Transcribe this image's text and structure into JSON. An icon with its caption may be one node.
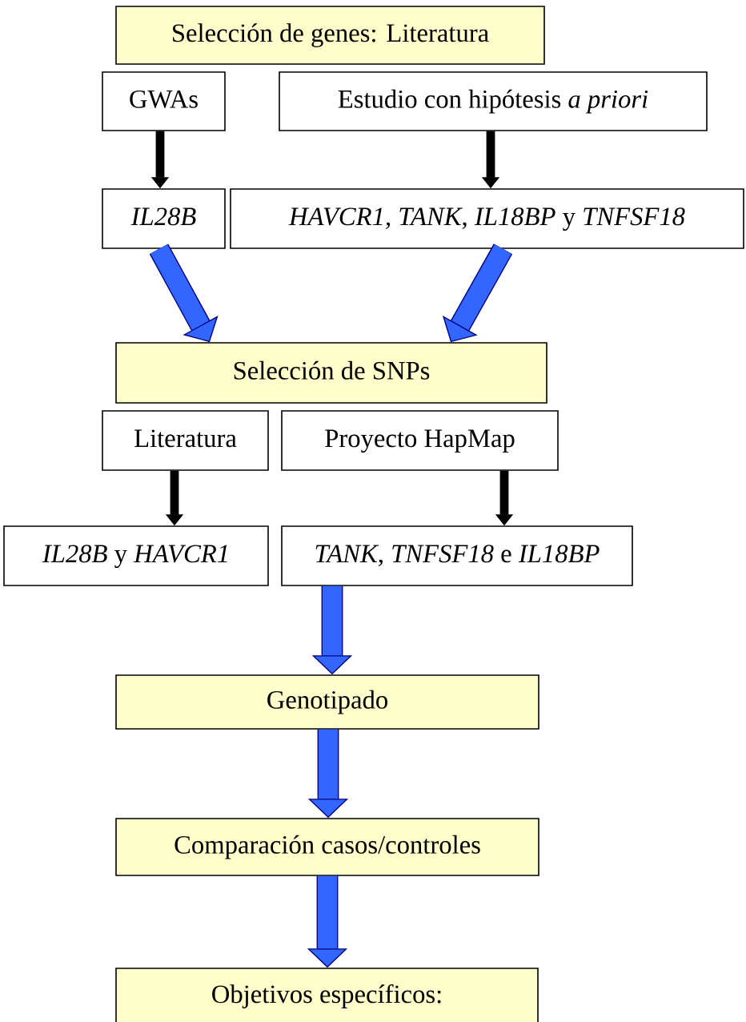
{
  "diagram": {
    "nodes": [
      {
        "text": [
          "Selección de genes: Literatura"
        ]
      },
      {
        "text": [
          "GWAs"
        ]
      },
      {
        "text": [
          "Estudio con hipótesis *a priori*"
        ]
      },
      {
        "text": [
          "IL28B"
        ]
      },
      {
        "text": [
          "*HAVCR1, TANK*, *IL18BP* y *TNFSF18*"
        ]
      },
      {
        "text": [
          "Selección de SNPs"
        ]
      },
      {
        "text": [
          "Literatura"
        ]
      },
      {
        "text": [
          "Proyecto HapMap"
        ]
      },
      {
        "text": [
          "*IL28B* y *HAVCR1*"
        ]
      },
      {
        "text": [
          "*TANK*, *TNFSF18* e *IL18BP*"
        ]
      },
      {
        "text": [
          "Genotipado"
        ]
      },
      {
        "text": [
          "Comparación casos/controles"
        ]
      },
      {
        "text": [
          "Objetivos específicos:"
        ]
      }
    ],
    "edges": [
      {
        "from": 1,
        "to": 3,
        "arrow": "to",
        "color": "#000000"
      },
      {
        "from": 2,
        "to": 4,
        "arrow": "to",
        "color": "#000000"
      },
      {
        "from": 3,
        "to": 5,
        "arrow": "to"
      },
      {
        "from": 4,
        "to": 5,
        "arrow": "to"
      },
      {
        "from": 6,
        "to": 8,
        "arrow": "to",
        "color": "#000000"
      },
      {
        "from": 7,
        "to": 9,
        "arrow": "to",
        "color": "#000000"
      },
      {
        "from": 9,
        "to": 10,
        "arrow": "to"
      },
      {
        "from": 10,
        "to": 11,
        "arrow": "to"
      },
      {
        "from": 11,
        "to": 12,
        "arrow": "to"
      }
    ]
  }
}
